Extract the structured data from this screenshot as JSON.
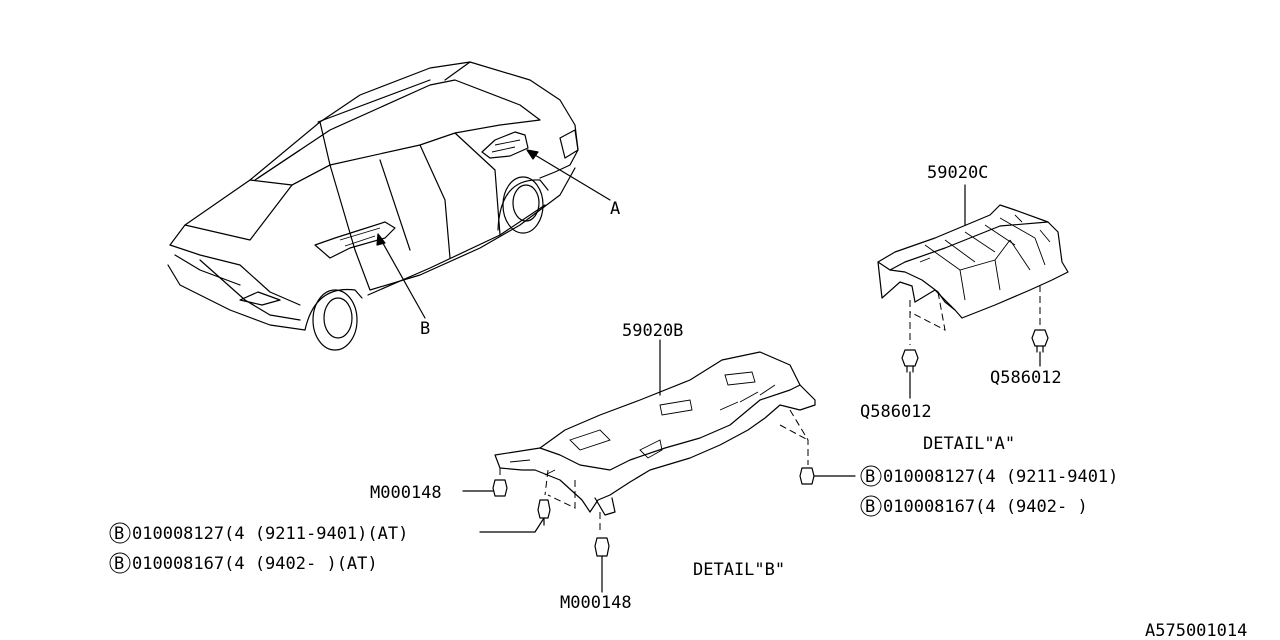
{
  "labels": {
    "arrow_a": "A",
    "arrow_b": "B",
    "part_59020c": "59020C",
    "part_59020b": "59020B",
    "q586012_left": "Q586012",
    "q586012_right": "Q586012",
    "detail_a": "DETAIL\"A\"",
    "detail_b": "DETAIL\"B\"",
    "m000148_top": "M000148",
    "m000148_bottom": "M000148",
    "bolt_a1": "010008127(4 (9211-9401)",
    "bolt_a2": "010008167(4 (9402-      )",
    "bolt_b1": "010008127(4 (9211-9401)(AT)",
    "bolt_b2": "010008167(4 (9402-      )(AT)",
    "circled_b": "B",
    "figure_id": "A575001014"
  }
}
